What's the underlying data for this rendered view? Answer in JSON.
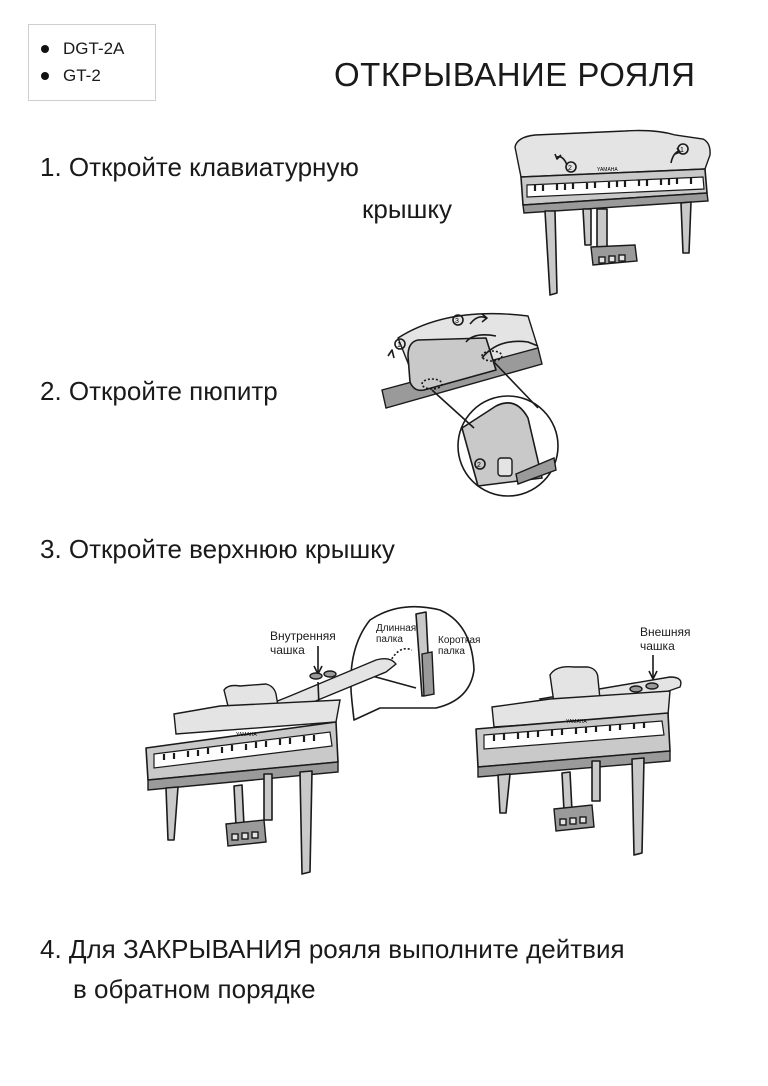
{
  "models": [
    "DGT-2A",
    "GT-2"
  ],
  "title": "ОТКРЫВАНИЕ  РОЯЛЯ",
  "steps": [
    {
      "line1": "1.  Откройте клавиатурную",
      "line2": "крышку"
    },
    {
      "line1": "2.  Откройте пюпитр"
    },
    {
      "line1": "3.  Откройте верхнюю крышку"
    },
    {
      "line1": "4.  Для ЗАКРЫВАНИЯ рояля выполните дейтвия",
      "line2": "в обратном порядке"
    }
  ],
  "labels": {
    "inner_cup_1": "Внутренняя",
    "inner_cup_2": "чашка",
    "long_stick_1": "Длинная",
    "long_stick_2": "палка",
    "short_stick_1": "Короткая",
    "short_stick_2": "палка",
    "outer_cup_1": "Внешняя",
    "outer_cup_2": "чашка",
    "brand": "YAMAHA"
  },
  "markers": {
    "one": "①",
    "two": "②",
    "three": "③"
  }
}
